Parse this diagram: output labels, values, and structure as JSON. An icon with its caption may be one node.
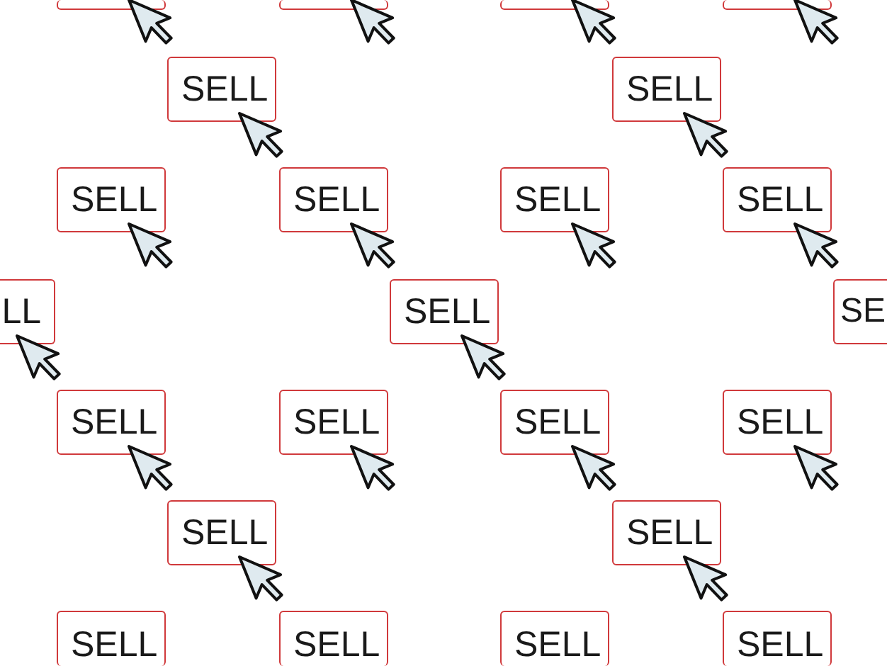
{
  "diagram": {
    "nodes": [
      {
        "text": [],
        "shape": "box"
      },
      {
        "text": [],
        "shape": "box"
      },
      {
        "text": [],
        "shape": "box"
      },
      {
        "text": [],
        "shape": "box"
      },
      {
        "text": [
          "SELL"
        ]
      },
      {
        "text": [
          "SELL"
        ]
      },
      {
        "text": [
          "SELL"
        ]
      },
      {
        "text": [
          "SELL"
        ]
      },
      {
        "text": [
          "SELL"
        ]
      },
      {
        "text": [
          "SELL"
        ]
      },
      {
        "text": [
          "LL"
        ]
      },
      {
        "text": [
          "SELL"
        ]
      },
      {
        "text": [
          "SE"
        ]
      },
      {
        "text": [
          "SELL"
        ]
      },
      {
        "text": [
          "SELL"
        ]
      },
      {
        "text": [
          "SELL"
        ]
      },
      {
        "text": [
          "SELL"
        ]
      },
      {
        "text": [
          "SELL"
        ]
      },
      {
        "text": [
          "SELL"
        ]
      },
      {
        "text": [
          "SELL"
        ]
      },
      {
        "text": [
          "SELL"
        ]
      },
      {
        "text": [
          "SELL"
        ]
      },
      {
        "text": [
          "SELL"
        ]
      }
    ]
  }
}
